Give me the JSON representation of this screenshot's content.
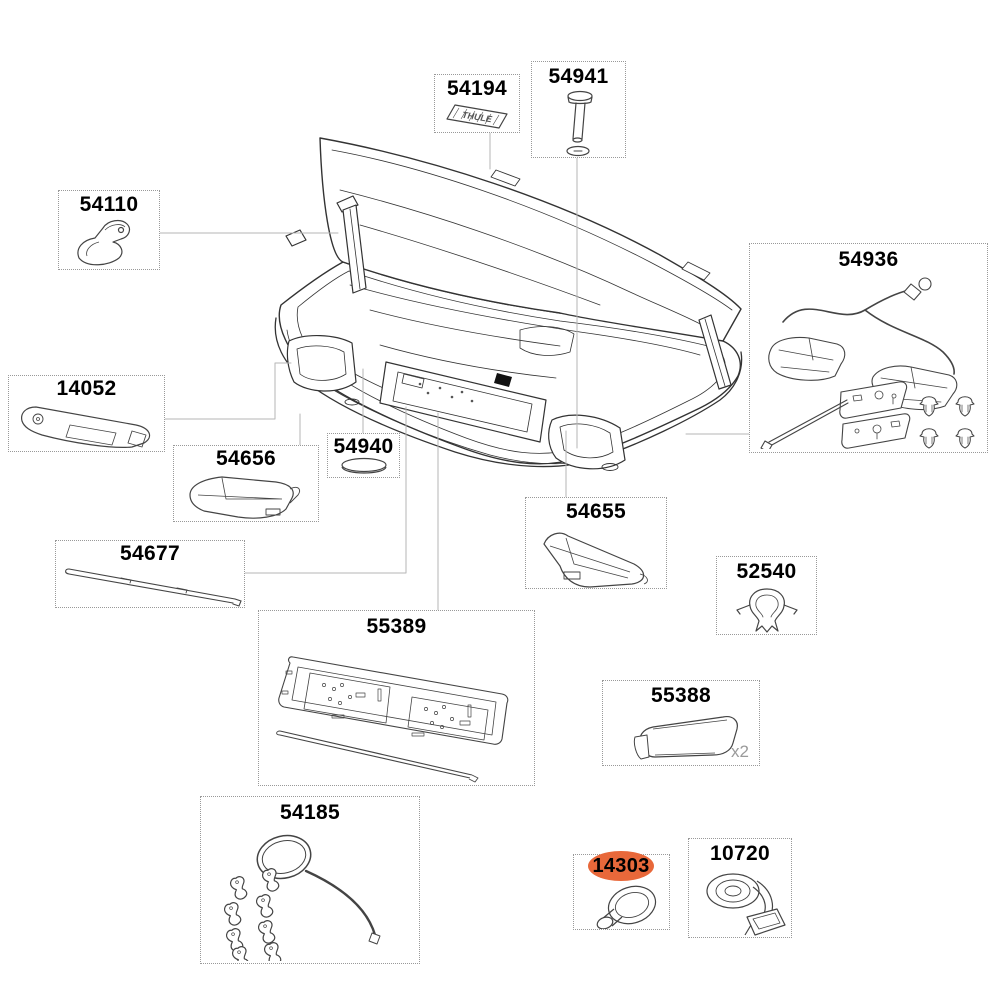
{
  "badge_text": "THULE",
  "colors": {
    "highlight": "#E8683A",
    "drawing_line": "#333333",
    "leader_line": "#b5b5b5",
    "callout_border": "#999999",
    "muted_text": "#9a9a9a"
  },
  "parts": [
    {
      "number": "54194"
    },
    {
      "number": "54941"
    },
    {
      "number": "54110"
    },
    {
      "number": "54936"
    },
    {
      "number": "14052"
    },
    {
      "number": "54656"
    },
    {
      "number": "54940"
    },
    {
      "number": "54655"
    },
    {
      "number": "52540"
    },
    {
      "number": "54677"
    },
    {
      "number": "55389"
    },
    {
      "number": "55388",
      "qty": "x2"
    },
    {
      "number": "54185"
    },
    {
      "number": "14303",
      "highlighted": true
    },
    {
      "number": "10720"
    }
  ]
}
